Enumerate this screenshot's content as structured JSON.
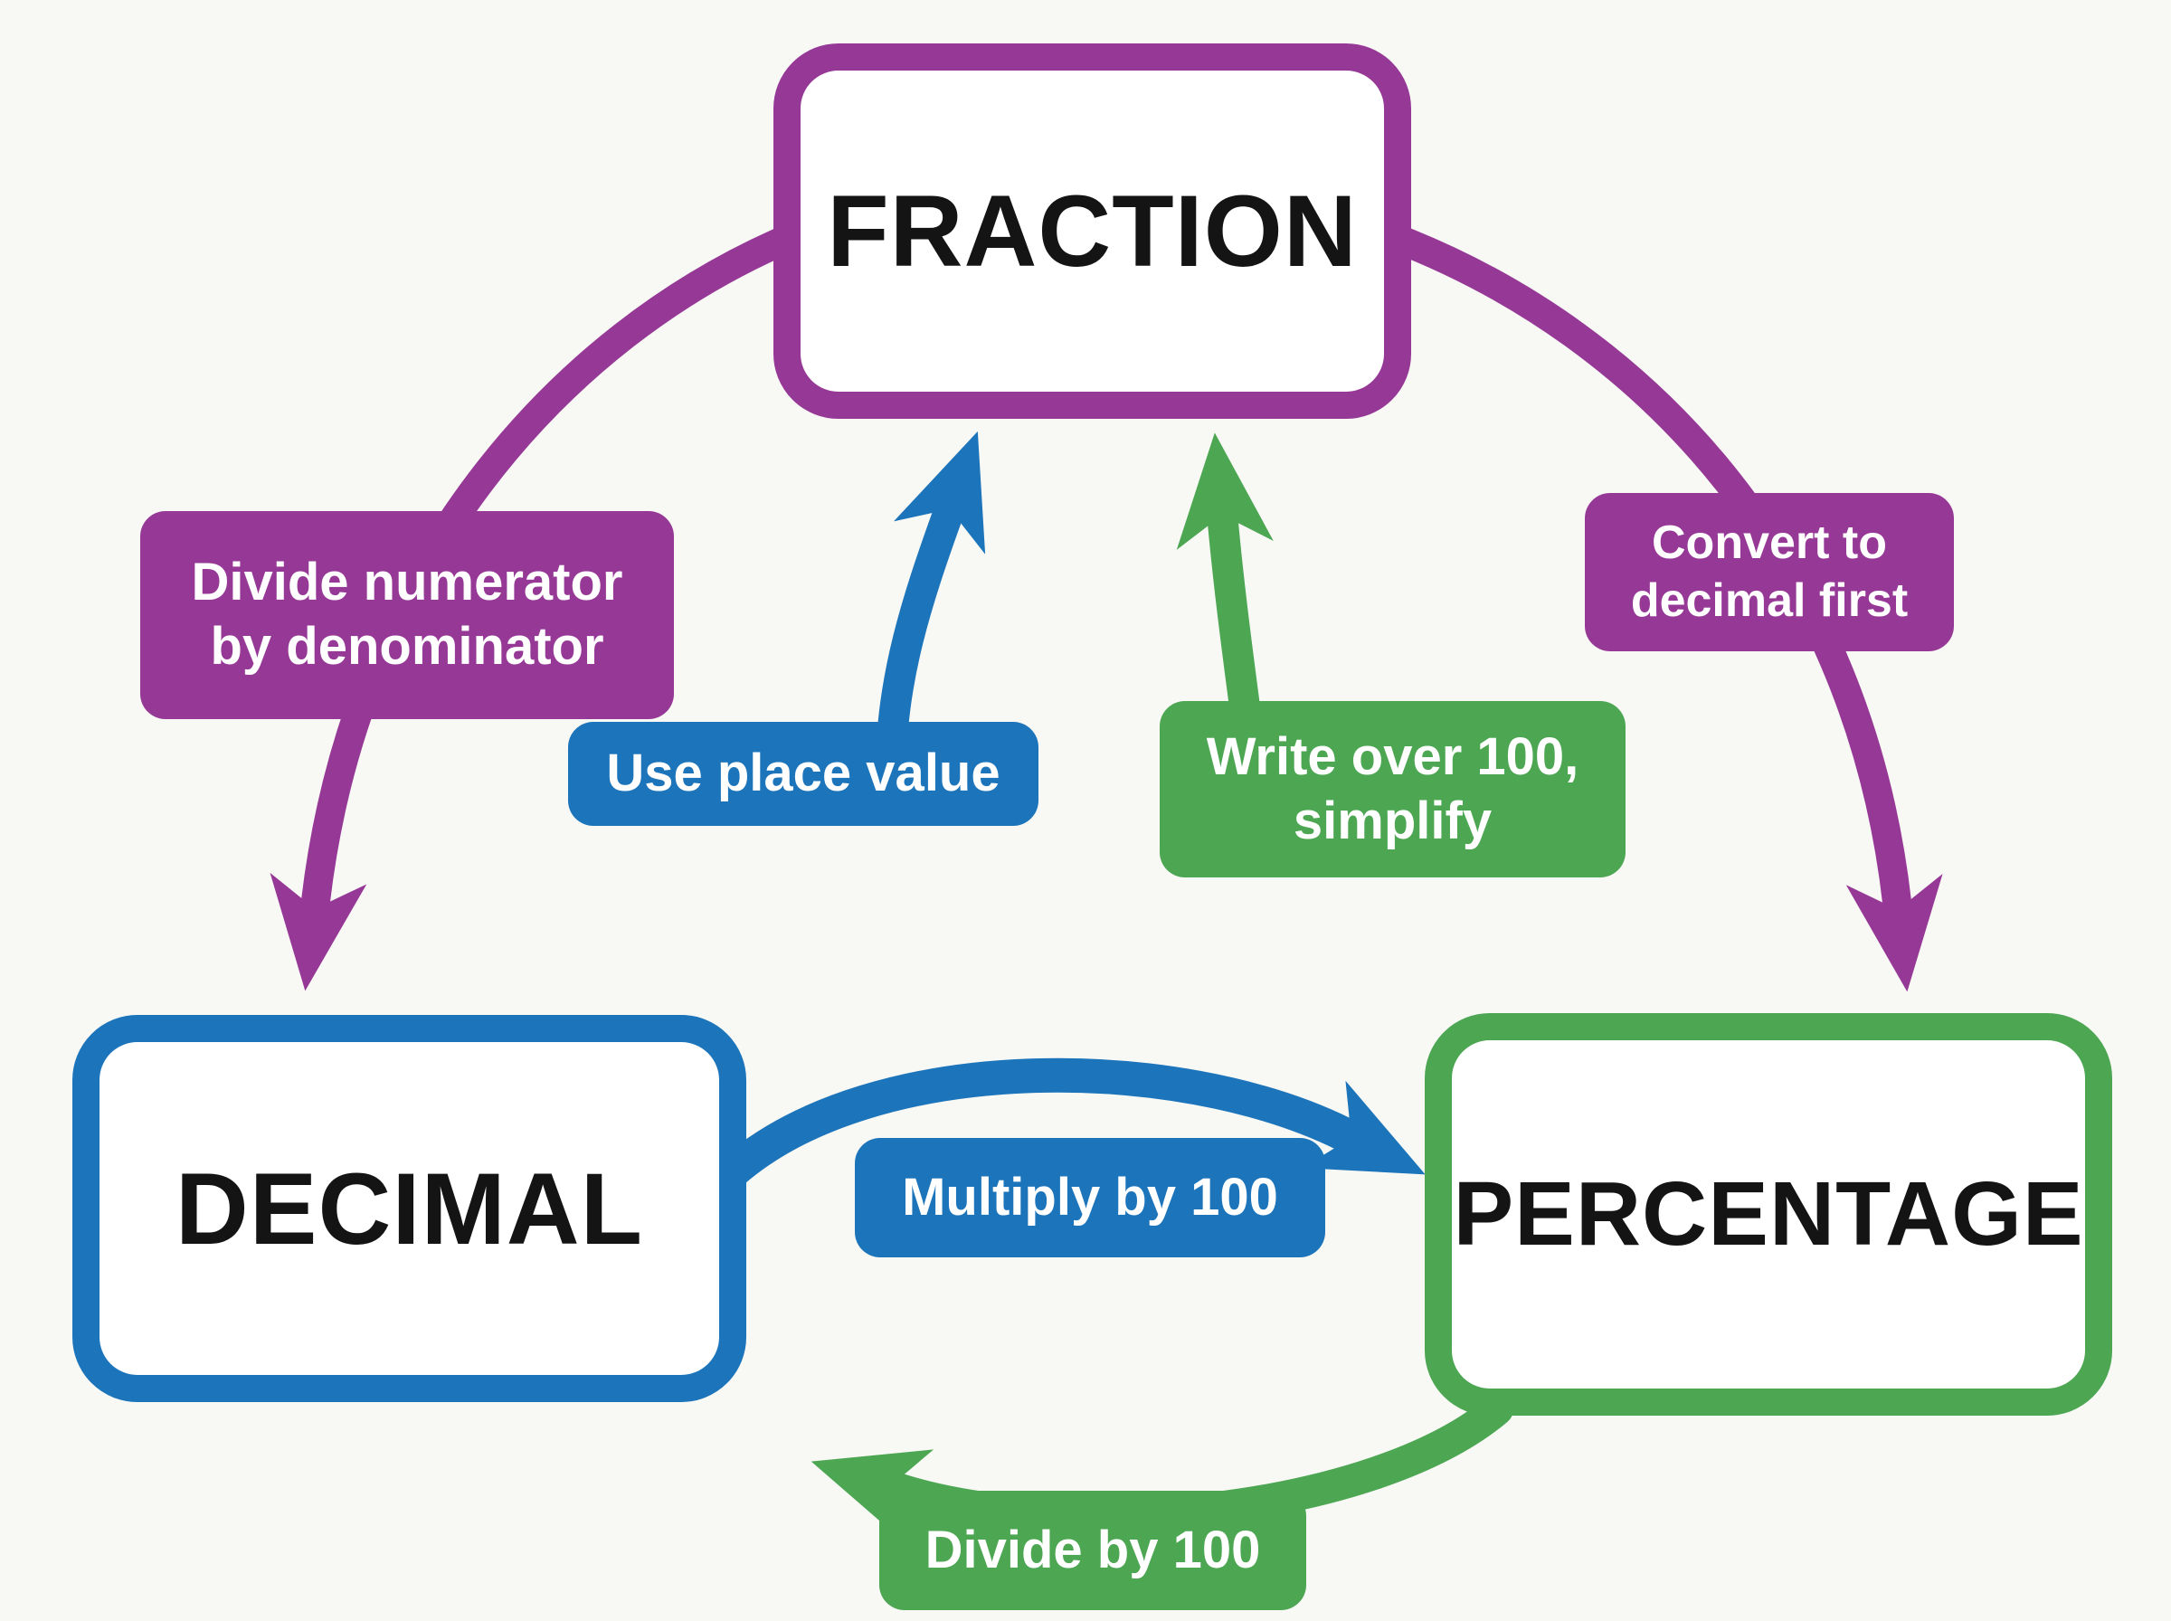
{
  "diagram": {
    "subject": "Fraction / Decimal / Percentage conversion cycle",
    "background": "#f8f8f5"
  },
  "colors": {
    "purple": "#963896",
    "blue": "#1c74bb",
    "green": "#4ca652",
    "node_fill": "#ffffff",
    "node_text": "#141414",
    "badge_text": "#ffffff"
  },
  "nodes": {
    "fraction": {
      "label": "FRACTION",
      "border_color": "#963896"
    },
    "decimal": {
      "label": "DECIMAL",
      "border_color": "#1c74bb"
    },
    "percentage": {
      "label": "PERCENTAGE",
      "border_color": "#4ca652"
    }
  },
  "edges": {
    "fraction_to_decimal": {
      "from": "FRACTION",
      "to": "DECIMAL",
      "label": "Divide numerator by denominator",
      "color": "#963896"
    },
    "decimal_to_fraction": {
      "from": "DECIMAL",
      "to": "FRACTION",
      "label": "Use place value",
      "color": "#1c74bb"
    },
    "percentage_to_fraction": {
      "from": "PERCENTAGE",
      "to": "FRACTION",
      "label": "Write over 100, simplify",
      "color": "#4ca652"
    },
    "fraction_to_percentage": {
      "from": "FRACTION",
      "to": "PERCENTAGE",
      "label": "Convert to decimal first",
      "color": "#963896"
    },
    "decimal_to_percentage": {
      "from": "DECIMAL",
      "to": "PERCENTAGE",
      "label": "Multiply by 100",
      "color": "#1c74bb"
    },
    "percentage_to_decimal": {
      "from": "PERCENTAGE",
      "to": "DECIMAL",
      "label": "Divide by 100",
      "color": "#4ca652"
    }
  }
}
